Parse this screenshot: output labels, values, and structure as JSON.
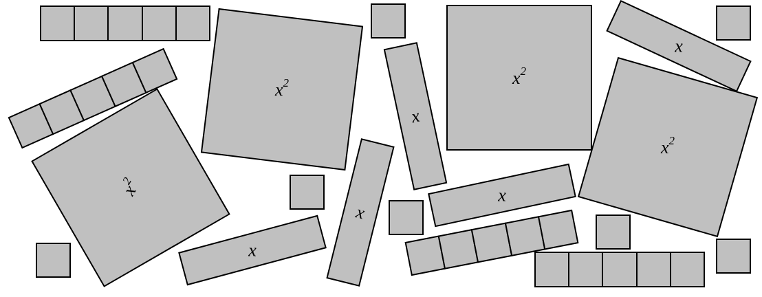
{
  "labels": {
    "x": "x",
    "square_base": "x",
    "square_exponent": "2"
  },
  "tile_color": "#c0c0c0",
  "outline_color": "#000000"
}
